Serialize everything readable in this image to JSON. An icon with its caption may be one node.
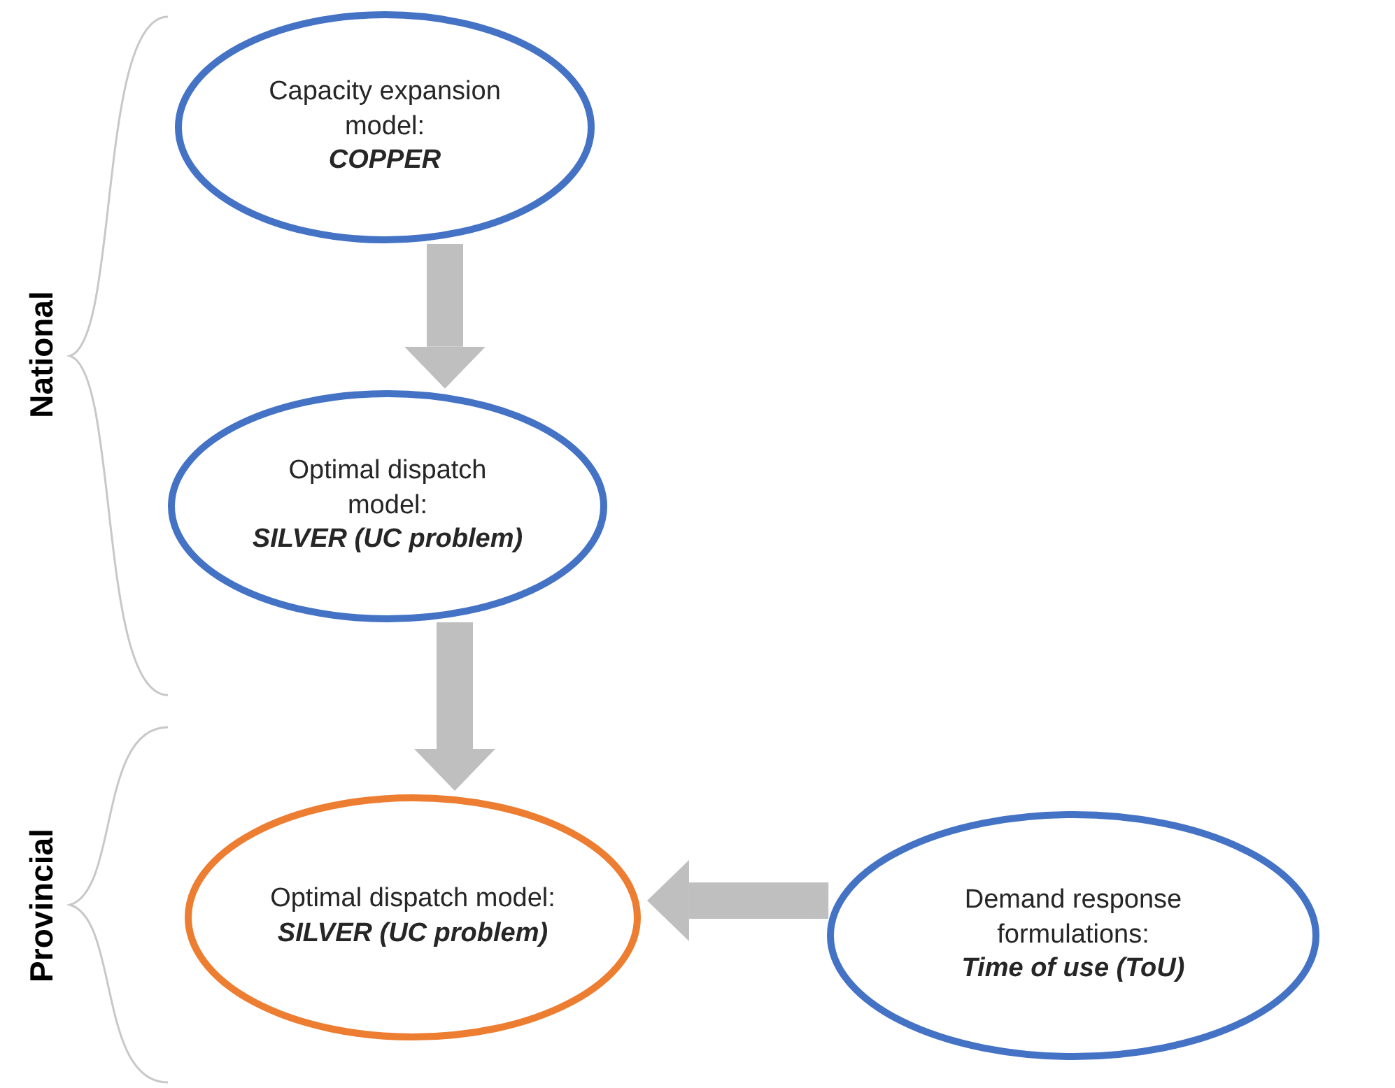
{
  "diagram": {
    "nodes": [
      {
        "text": [
          "Capacity expansion model:",
          "COPPER"
        ]
      },
      {
        "text": [
          "Optimal dispatch model:",
          "SILVER (UC problem)"
        ]
      },
      {
        "text": [
          "Optimal dispatch model:",
          "SILVER (UC problem)"
        ]
      },
      {
        "text": [
          "Demand response formulations:",
          "Time of use (ToU)"
        ]
      }
    ],
    "edges": [
      {
        "from": 0,
        "to": 1,
        "arrow": "to"
      },
      {
        "from": 1,
        "to": 2,
        "arrow": "to"
      },
      {
        "from": 3,
        "to": 2,
        "arrow": "to"
      }
    ],
    "labels": [
      "National",
      "Provincial"
    ]
  }
}
